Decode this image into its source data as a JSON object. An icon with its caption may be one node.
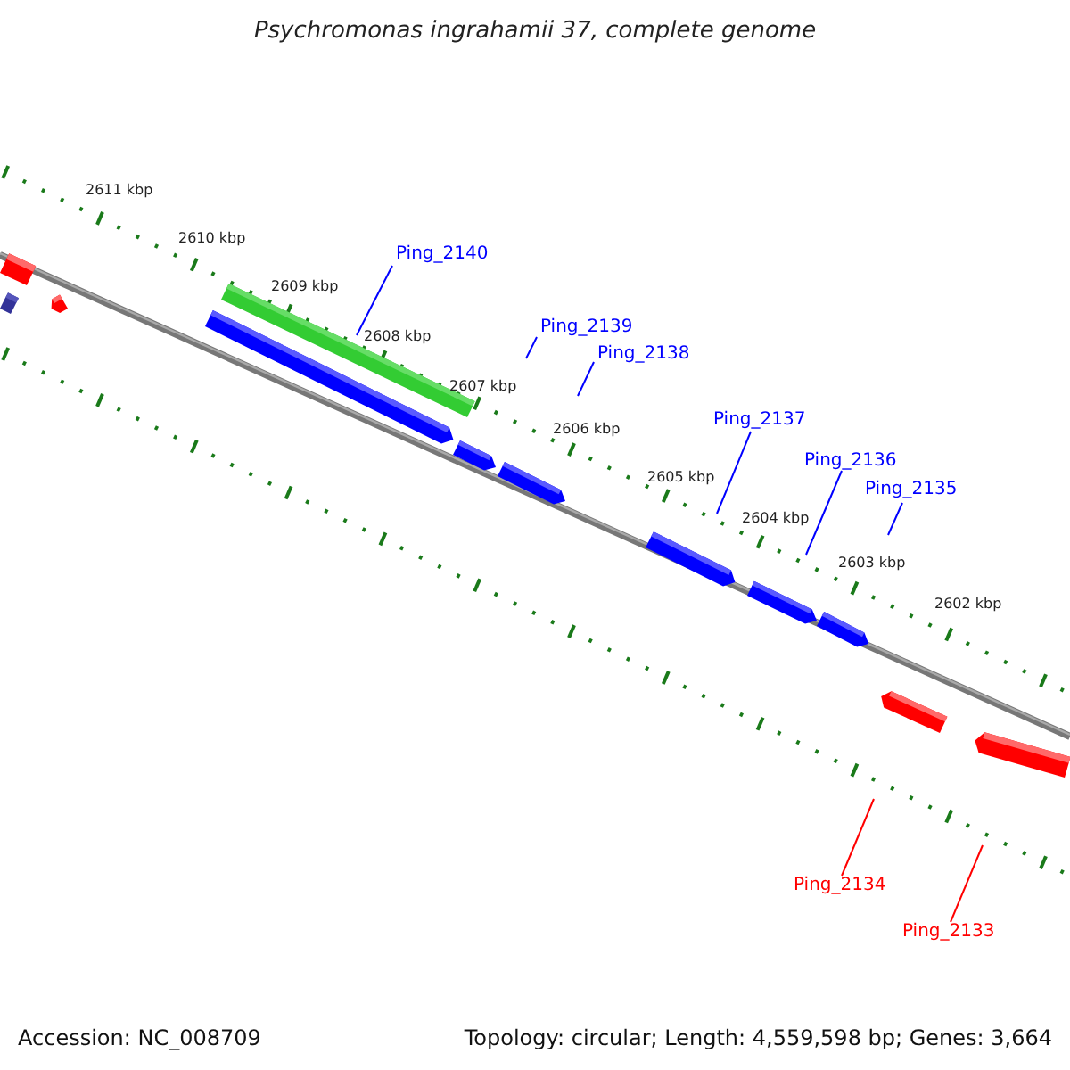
{
  "diagram": {
    "title": "Psychromonas ingrahamii 37, complete genome",
    "nodes": [
      {
        "text": [
          "Ping_2140"
        ]
      },
      {
        "text": [
          "Ping_2139"
        ]
      },
      {
        "text": [
          "Ping_2138"
        ]
      },
      {
        "text": [
          "Ping_2137"
        ]
      },
      {
        "text": [
          "Ping_2136"
        ]
      },
      {
        "text": [
          "Ping_2135"
        ]
      },
      {
        "text": [
          "Ping_2134"
        ]
      },
      {
        "text": [
          "Ping_2133"
        ]
      }
    ],
    "edges": [
      {
        "from": 0,
        "to": null,
        "arrow": "none"
      },
      {
        "from": 1,
        "to": null,
        "arrow": "none"
      },
      {
        "from": 2,
        "to": null,
        "arrow": "none"
      },
      {
        "from": 3,
        "to": null,
        "arrow": "none"
      },
      {
        "from": 4,
        "to": null,
        "arrow": "none"
      },
      {
        "from": 5,
        "to": null,
        "arrow": "none"
      },
      {
        "from": 6,
        "to": null,
        "arrow": "none",
        "color": "#ff0000"
      },
      {
        "from": 7,
        "to": null,
        "arrow": "none",
        "color": "#ff0000"
      }
    ],
    "labels": [
      "2611 kbp",
      "2610 kbp",
      "2609 kbp",
      "2608 kbp",
      "2607 kbp",
      "2606 kbp",
      "2605 kbp",
      "2604 kbp",
      "2603 kbp",
      "2602 kbp",
      "Accession: NC_008709",
      "Topology: circular; Length: 4,559,598 bp; Genes: 3,664"
    ]
  }
}
